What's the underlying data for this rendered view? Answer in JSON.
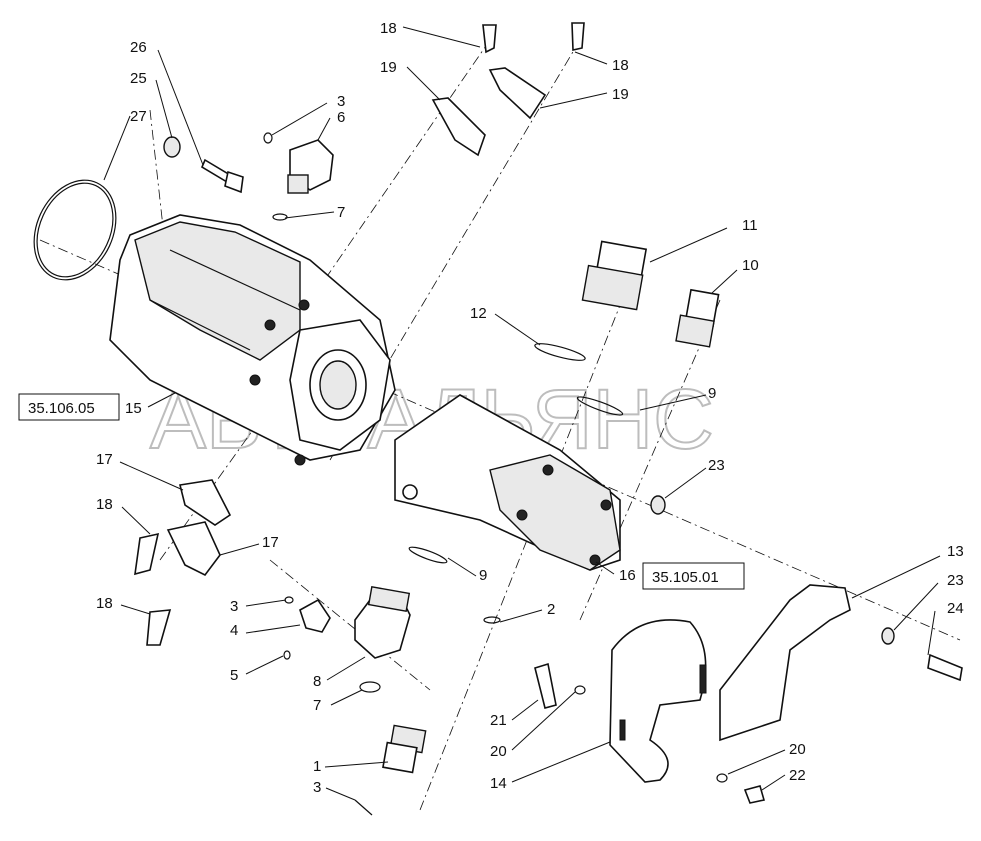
{
  "watermark": "АВТОАЛЬЯНС",
  "references": {
    "pump_ref": "35.106.05",
    "motor_ref": "35.105.01"
  },
  "callouts": [
    {
      "id": "c18a",
      "text": "18"
    },
    {
      "id": "c18b",
      "text": "18"
    },
    {
      "id": "c19a",
      "text": "19"
    },
    {
      "id": "c19b",
      "text": "19"
    },
    {
      "id": "c26",
      "text": "26"
    },
    {
      "id": "c25",
      "text": "25"
    },
    {
      "id": "c27",
      "text": "27"
    },
    {
      "id": "c3a",
      "text": "3"
    },
    {
      "id": "c6",
      "text": "6"
    },
    {
      "id": "c7a",
      "text": "7"
    },
    {
      "id": "c11",
      "text": "11"
    },
    {
      "id": "c10",
      "text": "10"
    },
    {
      "id": "c12",
      "text": "12"
    },
    {
      "id": "c9a",
      "text": "9"
    },
    {
      "id": "c15",
      "text": "15"
    },
    {
      "id": "c23a",
      "text": "23"
    },
    {
      "id": "c17a",
      "text": "17"
    },
    {
      "id": "c18c",
      "text": "18"
    },
    {
      "id": "c17b",
      "text": "17"
    },
    {
      "id": "c16",
      "text": "16"
    },
    {
      "id": "c9b",
      "text": "9"
    },
    {
      "id": "c13",
      "text": "13"
    },
    {
      "id": "c23b",
      "text": "23"
    },
    {
      "id": "c18d",
      "text": "18"
    },
    {
      "id": "c3b",
      "text": "3"
    },
    {
      "id": "c2",
      "text": "2"
    },
    {
      "id": "c24",
      "text": "24"
    },
    {
      "id": "c4",
      "text": "4"
    },
    {
      "id": "c5",
      "text": "5"
    },
    {
      "id": "c8",
      "text": "8"
    },
    {
      "id": "c7b",
      "text": "7"
    },
    {
      "id": "c21",
      "text": "21"
    },
    {
      "id": "c20a",
      "text": "20"
    },
    {
      "id": "c14",
      "text": "14"
    },
    {
      "id": "c1",
      "text": "1"
    },
    {
      "id": "c3c",
      "text": "3"
    },
    {
      "id": "c20b",
      "text": "20"
    },
    {
      "id": "c22",
      "text": "22"
    }
  ]
}
